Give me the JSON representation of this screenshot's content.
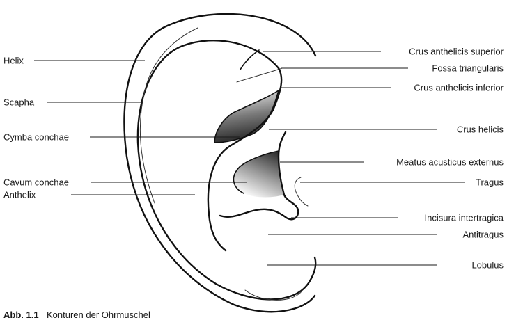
{
  "labels": {
    "helix": "Helix",
    "scapha": "Scapha",
    "cymba_conchae": "Cymba conchae",
    "cavum_conchae": "Cavum conchae",
    "anthelix": "Anthelix",
    "crus_anthelicis_superior": "Crus anthelicis superior",
    "fossa_triangularis": "Fossa triangularis",
    "crus_anthelicis_inferior": "Crus anthelicis inferior",
    "crus_helicis": "Crus helicis",
    "meatus_acusticus_externus": "Meatus acusticus externus",
    "tragus": "Tragus",
    "incisura_intertragica": "Incisura intertragica",
    "antitragus": "Antitragus",
    "lobulus": "Lobulus"
  },
  "caption": {
    "number": "Abb. 1.1",
    "text": "Konturen der Ohrmuschel"
  }
}
